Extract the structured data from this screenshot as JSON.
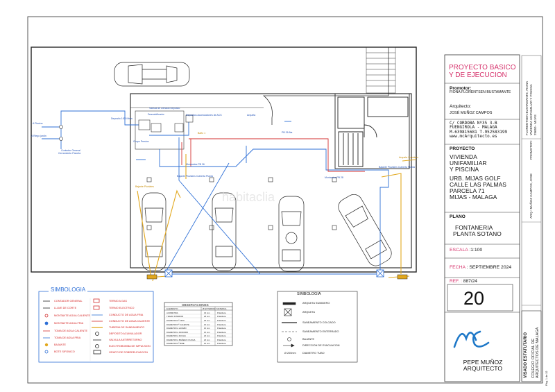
{
  "project": {
    "heading_line1": "PROYECTO BASICO",
    "heading_line2": "Y DE EJECUCION",
    "promotor_label": "Promotor:",
    "promotor_value": "FIONA FLORENTSEN BUSTAMANTE",
    "architect_label": "Arquitecto:",
    "architect_value": "JOSÉ MUÑOZ CAMPOS",
    "address_line1": "C/ CORDOBA Nº35  3-B",
    "address_line2": "FUENGIROLA - MALAGA",
    "address_line3": "M-639815681  T-952583199",
    "address_line4": "www.mcArquitecto.es",
    "proyecto_label": "PROYECTO",
    "proyecto_line1": "VIVIENDA",
    "proyecto_line2": "UNIFAMILIAR",
    "proyecto_line3": "Y PISCINA",
    "site_line1": "URB. MIJAS GOLF",
    "site_line2": "CALLE LAS PALMAS",
    "site_line3": "PARCELA 71",
    "site_line4": "MIJAS - MALAGA",
    "plano_label": "PLANO",
    "plano_line1": "FONTANERIA",
    "plano_line2": "PLANTA SOTANO",
    "escala_label": "ESCALA",
    "escala_value": ":1:100",
    "fecha_label": "FECHA",
    "fecha_value": ": SEPTIEMBRE 2024",
    "ref_label": "REF. :",
    "ref_value": "887/24",
    "sheet_number": "20",
    "firm_line1": "PEPE MUÑOZ",
    "firm_line2": "ARQUITECTO",
    "visado_line1": "VISADO ESTATUTARIO",
    "visado_line2": "COLEGIO OFICIAL DE",
    "visado_line3": "ARQUITECTOS DE MALAGA",
    "side_strip_1": "FLORENTSEN BUSTAMANTE, FIONA",
    "side_strip_2": "VIVIENDA UNIFAMILIAR Y PISCINA",
    "side_strip_3": "29650 - MIJAS",
    "side_promotor": "PROMOTOR:",
    "side_arq": "ARQ.: MUÑOZ CAMPOS, JOSE",
    "page_number": "Pág. 1 de 32",
    "watermark": "habitaclia",
    "brand_color": "#d6336c"
  },
  "plan_labels": {
    "a_piscina": "A Piscina",
    "a_riego_jardin": "A Riego jardin",
    "contador": "Contador General",
    "cerramiento": "Cerramiento Parcela",
    "deposito": "Deposito 1000 litros",
    "valvula": "Valvula de Llenado Deposito",
    "grupo_presion": "Grupo Presion",
    "descalcificador": "Descalcificador",
    "depositos_acs": "Depositos Acumuladores de ACS",
    "montante_pb26": "Montantes PB 26",
    "pb26_ala": "PB 26 Ala",
    "montantes_pb28": "Montantes PB 28",
    "a_baño": "Baño 1",
    "bajante": "Bajante Pluviales",
    "arqueta": "Arqueta",
    "bajante_pluviales_right": "Bajante Pluviales Cubierta Planta",
    "bajante_pluviales_left": "Bajante Pluviales Cubierta Planta",
    "arqueta_sumidero": "Arqueta Sumidero"
  },
  "simbologia": {
    "title": "SIMBOLOGIA",
    "left_col": [
      "CONTADOR GENERAL",
      "LLAVE DE CORTE",
      "MONTANTE AGUA CALIENTE",
      "MONTANTE AGUA FRIA",
      "TOMA DE AGUA CALIENTE",
      "TOMA DE AGUA FRIA",
      "BAJANTE",
      "BOTE SIFONICO"
    ],
    "right_col": [
      "TERMO A GAS",
      "TERMO ELECTRICO",
      "CONDUCTO DE AGUA FRIA",
      "CONDUCTO DE AGUA CALIENTE",
      "TUBERIA DE SANEAMIENTO",
      "DEPOSITO ACUMULADOR",
      "VALVULA ANTIRRETORNO",
      "ELECTROBOMBA DE IMPULSION",
      "GRUPO DE SOBREELEVACION"
    ]
  },
  "observaciones": {
    "title": "OBSERVACIONES",
    "headers": [
      "ELEMENTO",
      "Ø EXTERIOR",
      "MATERIAL"
    ],
    "rows": [
      [
        "ACOMETIDA",
        "32 mm",
        "Polietileno"
      ],
      [
        "TRAMO INTERIOR",
        "28 mm",
        "Polietileno"
      ],
      [
        "DIAMETRO Pº FRIO",
        "25 mm",
        "Polietileno"
      ],
      [
        "DIAMETRO Pº CALIENTE",
        "16 mm",
        "Polietileno"
      ],
      [
        "DIAMETRO A LAVABO",
        "16 mm",
        "Polietileno"
      ],
      [
        "DIAMETRO A INODORO",
        "16 mm",
        "Polietileno"
      ],
      [
        "DIAMETRO A DUCHA",
        "20 mm",
        "Polietileno"
      ],
      [
        "DIAMETRO A BAÑERA / DUCHA",
        "20 mm",
        "Polietileno"
      ],
      [
        "DIAMETRO Pº BIDE",
        "16 mm",
        "Polietileno"
      ]
    ]
  },
  "simbologia2": {
    "title": "SIMBOLOGIA",
    "items": [
      "ARQUETA SUMIDERO",
      "ARQUETA",
      "SANEAMIENTO COLGADO",
      "SANEAMIENTO ENTERRADO",
      "BAJANTE",
      "DIRECCION DE EVACUACION",
      "DIAMETRO TUBO"
    ],
    "diam_symbol": "Ø 200mm"
  }
}
